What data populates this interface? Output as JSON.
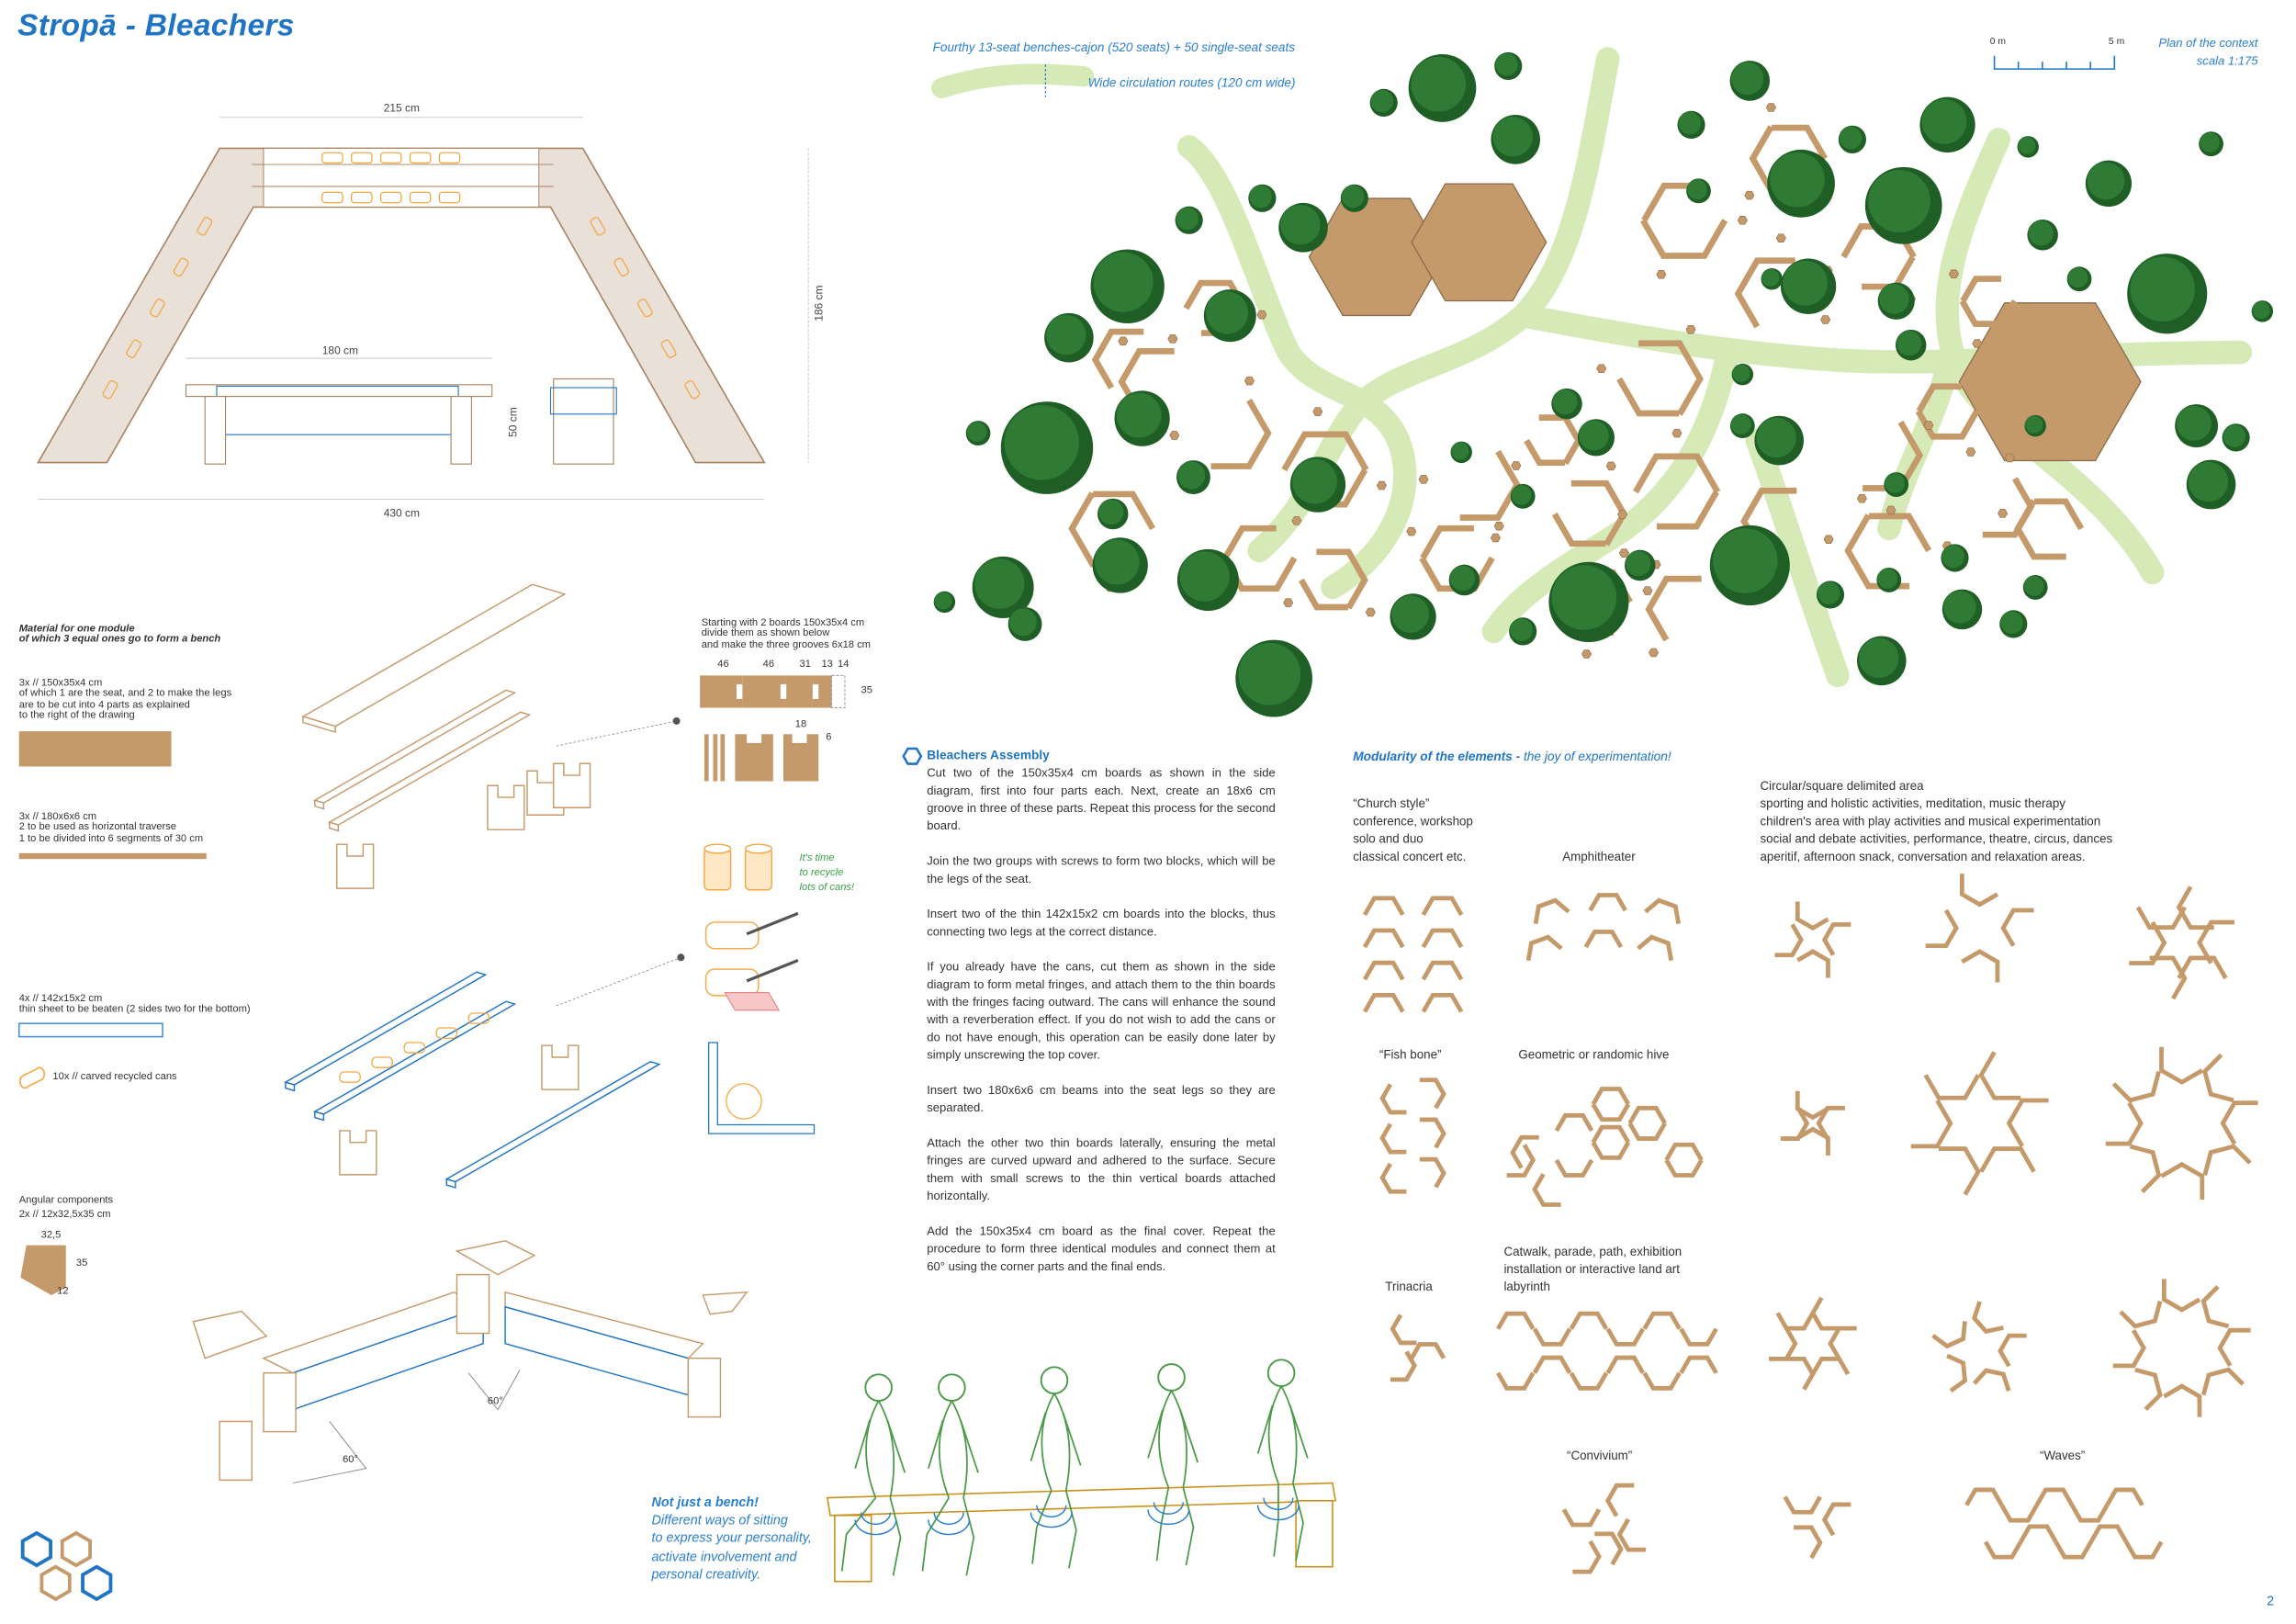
{
  "title": "Stropā - Bleachers",
  "elevation": {
    "dim_top": "215 cm",
    "dim_height": "186 cm",
    "dim_bench_length": "180 cm",
    "dim_bench_height": "50 cm",
    "dim_total": "430 cm"
  },
  "materials": {
    "heading": [
      "Material for one module",
      "of which 3 equal ones go to form a bench"
    ],
    "board": [
      "3x  //  150x35x4 cm",
      "of which 1 are the seat, and 2 to make the legs",
      "are to be cut into 4 parts as explained",
      "to the right of the drawing"
    ],
    "beam": [
      "3x  //  180x6x6 cm",
      "2 to be used as horizontal traverse",
      "1 to be divided into 6 segments of 30 cm"
    ],
    "sheet": [
      "4x  //  142x15x2 cm",
      "thin sheet to be beaten (2 sides two for the bottom)"
    ],
    "cans": "10x  //  carved recycled cans",
    "angular": [
      "Angular components",
      "2x  //  12x32,5x35 cm"
    ],
    "angular_dims": [
      "32,5",
      "35",
      "12"
    ]
  },
  "cutting": {
    "text": [
      "Starting with 2 boards 150x35x4 cm",
      "divide them as shown below",
      "and make the three grooves 6x18 cm"
    ],
    "dims_top": [
      "46",
      "46",
      "31",
      "13",
      "14"
    ],
    "dim_height": "35",
    "dim_groove_w": "18",
    "dim_groove_h": "6"
  },
  "recycle_note": [
    "It's time",
    "to recycle",
    "lots of cans!"
  ],
  "angles": [
    "60°",
    "60°"
  ],
  "assembly": {
    "title": "Bleachers Assembly",
    "paragraphs": [
      "Cut two of the 150x35x4 cm boards as shown in the side diagram, first into four parts each. Next, create an 18x6 cm groove in three of these parts. Repeat this process for the second board.",
      "Join the two groups with screws to form two blocks, which will be the legs of the seat.",
      "Insert two of the thin 142x15x2 cm boards into the blocks, thus connecting two legs at the correct distance.",
      "If you already have the cans, cut them as shown in the side diagram to form metal fringes, and attach them to the thin boards with the fringes facing outward. The cans will enhance the sound with a reverberation effect. If you do not wish to add the cans or do not have enough, this operation can be easily done later by simply unscrewing the top cover.",
      "Insert two 180x6x6 cm beams into the seat legs so they are separated.",
      "Attach the other two thin boards laterally, ensuring the metal fringes are curved upward and adhered to the surface. Secure them with small screws to the thin vertical boards attached horizontally.",
      "Add the 150x35x4 cm board as the final cover. Repeat the procedure to form three identical modules and connect them at 60° using the corner parts and the final ends."
    ]
  },
  "legend": {
    "benches": "Fourthy 13-seat benches-cajon (520 seats) + 50 single-seat seats",
    "routes": "Wide circulation routes (120 cm wide)"
  },
  "scale_bar": {
    "start": "0 m",
    "end": "5 m",
    "title": "Plan of the context",
    "scale": "scala 1:175"
  },
  "modularity": {
    "title_bold": "Modularity of the elements -",
    "title_light": " the joy of experimentation!",
    "church": [
      "“Church style”",
      "conference, workshop",
      "solo and duo",
      "classical concert etc."
    ],
    "amphitheater": "Amphitheater",
    "circular": [
      "Circular/square delimited area",
      "sporting and holistic activities, meditation, music therapy",
      "children's area with play activities and musical experimentation",
      "social and debate activities, performance, theatre, circus, dances",
      "aperitif, afternoon snack, conversation and relaxation areas."
    ],
    "fishbone": "“Fish bone”",
    "hive": "Geometric or randomic hive",
    "trinacria": "Trinacria",
    "catwalk": [
      "Catwalk, parade, path, exhibition",
      "installation or interactive land art",
      "labyrinth"
    ],
    "convivium": "“Convivium”",
    "waves": "“Waves”"
  },
  "tagline": {
    "bold": "Not just a bench!",
    "lines": [
      "Different ways of sitting",
      "to express your personality,",
      "activate involvement and",
      "personal creativity."
    ]
  },
  "page_number": "2",
  "colors": {
    "wood": "#c59a6b",
    "blue": "#1f74c4",
    "tree": "#2f7a34",
    "path": "#d6eab8",
    "can": "#f5a742"
  }
}
